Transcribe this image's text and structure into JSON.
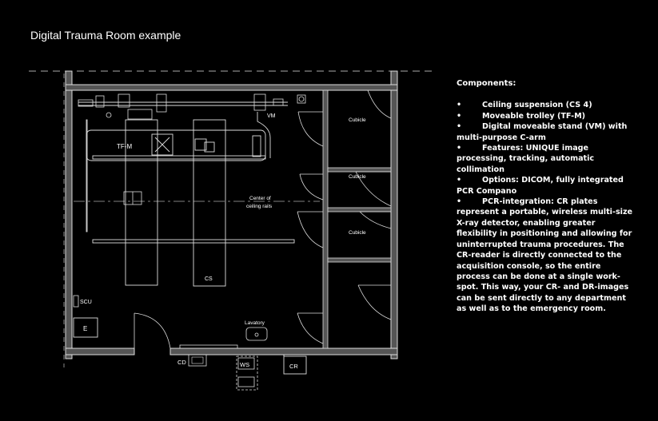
{
  "title": "Digital Trauma Room example",
  "components": {
    "heading": "Components:",
    "items": [
      "Ceiling suspension (CS 4)",
      "Moveable trolley (TF-M)",
      "Digital moveable stand (VM) with multi-purpose C-arm",
      "Features: UNIQUE image processing, tracking, automatic collimation",
      "Options: DICOM, fully integrated PCR Compano",
      "PCR-integration: CR plates represent a portable, wireless multi-size X-ray detector, enabling greater flexibility in positioning and allowing for uninterrupted trauma procedures. The CR-reader is directly connected to the acquisition console, so the entire process can be done at a single work-spot. This way, your CR- and DR-images can be sent directly to any department as well as to the emergency room."
    ],
    "bullet": "•"
  },
  "plan_labels": {
    "tfm": "TF-M",
    "vm": "VM",
    "cs": "CS",
    "center": [
      "Center of",
      "ceiling rails"
    ],
    "cubicle_1": "Cubicle",
    "cubicle_2": "Cubicle",
    "cubicle_3": "Cubicle",
    "scu": "SCU",
    "e": "E",
    "lavatory": "Lavatory",
    "cd": "CD",
    "ws": "WS",
    "cr": "CR"
  }
}
